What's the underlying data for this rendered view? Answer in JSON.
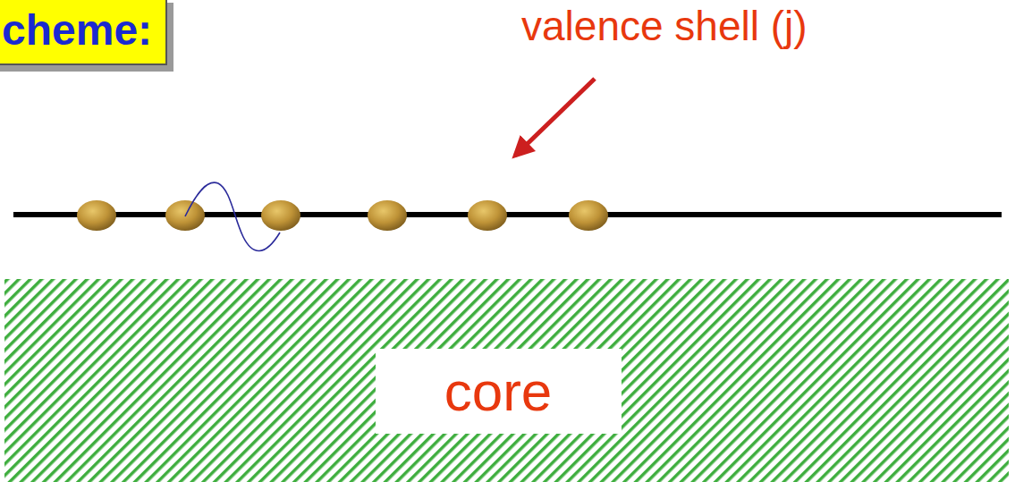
{
  "diagram": {
    "nodes": [
      {
        "text": [
          "cheme:"
        ]
      },
      {
        "text": [
          "core"
        ]
      }
    ],
    "labels": [
      "valence shell (j)"
    ]
  }
}
